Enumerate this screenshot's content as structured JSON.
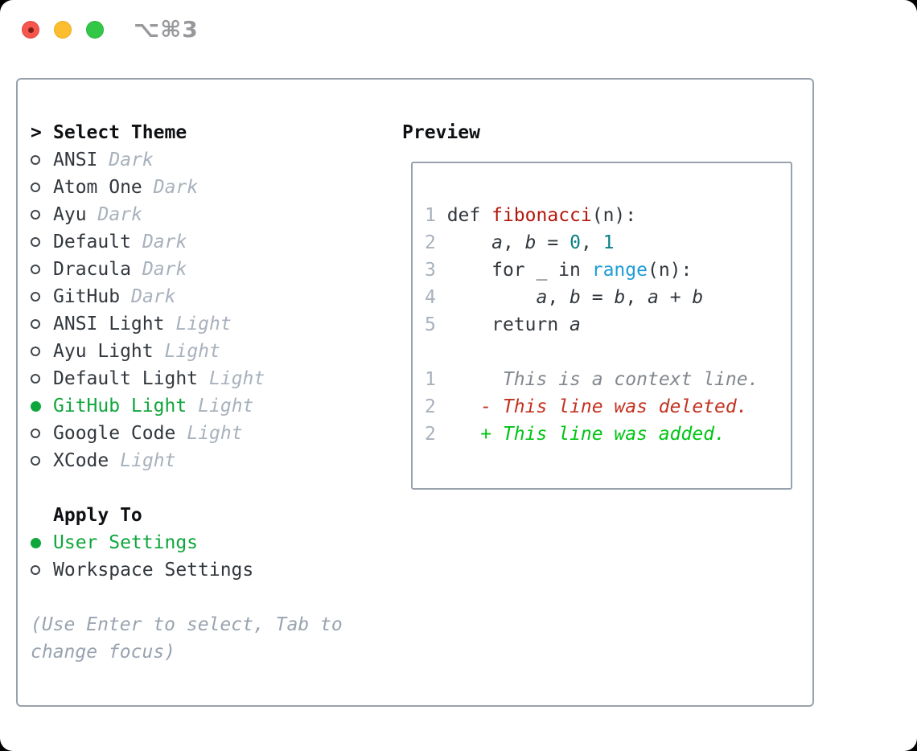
{
  "window": {
    "title": "⌥⌘3",
    "controls": [
      "close",
      "minimize",
      "maximize"
    ]
  },
  "theme_list": {
    "cursor": ">",
    "header": "Select Theme",
    "items": [
      {
        "name": "ANSI",
        "tag": "Dark",
        "selected": false
      },
      {
        "name": "Atom One",
        "tag": "Dark",
        "selected": false
      },
      {
        "name": "Ayu",
        "tag": "Dark",
        "selected": false
      },
      {
        "name": "Default",
        "tag": "Dark",
        "selected": false
      },
      {
        "name": "Dracula",
        "tag": "Dark",
        "selected": false
      },
      {
        "name": "GitHub",
        "tag": "Dark",
        "selected": false
      },
      {
        "name": "ANSI Light",
        "tag": "Light",
        "selected": false
      },
      {
        "name": "Ayu Light",
        "tag": "Light",
        "selected": false
      },
      {
        "name": "Default Light",
        "tag": "Light",
        "selected": false
      },
      {
        "name": "GitHub Light",
        "tag": "Light",
        "selected": true
      },
      {
        "name": "Google Code",
        "tag": "Light",
        "selected": false
      },
      {
        "name": "XCode",
        "tag": "Light",
        "selected": false
      }
    ]
  },
  "apply_to": {
    "header": "Apply To",
    "options": [
      {
        "label": "User Settings",
        "selected": true
      },
      {
        "label": "Workspace Settings",
        "selected": false
      }
    ]
  },
  "help": {
    "line1": "(Use Enter to select, Tab to",
    "line2": "change focus)"
  },
  "preview": {
    "header": "Preview",
    "lines": [
      {
        "tokens": [
          {
            "t": "1",
            "c": "ln"
          },
          {
            "t": " def ",
            "c": "p"
          },
          {
            "t": "fibonacci",
            "c": "fn"
          },
          {
            "t": "(n):",
            "c": "p"
          }
        ]
      },
      {
        "tokens": [
          {
            "t": "2",
            "c": "ln"
          },
          {
            "t": "     ",
            "c": "p"
          },
          {
            "t": "a",
            "c": "v"
          },
          {
            "t": ", ",
            "c": "p"
          },
          {
            "t": "b",
            "c": "v"
          },
          {
            "t": " = ",
            "c": "p"
          },
          {
            "t": "0",
            "c": "num"
          },
          {
            "t": ", ",
            "c": "p"
          },
          {
            "t": "1",
            "c": "num"
          }
        ]
      },
      {
        "tokens": [
          {
            "t": "3",
            "c": "ln"
          },
          {
            "t": "     for _ in ",
            "c": "p"
          },
          {
            "t": "range",
            "c": "call"
          },
          {
            "t": "(n):",
            "c": "p"
          }
        ]
      },
      {
        "tokens": [
          {
            "t": "4",
            "c": "ln"
          },
          {
            "t": "         ",
            "c": "p"
          },
          {
            "t": "a",
            "c": "v"
          },
          {
            "t": ", ",
            "c": "p"
          },
          {
            "t": "b",
            "c": "v"
          },
          {
            "t": " = ",
            "c": "p"
          },
          {
            "t": "b",
            "c": "v"
          },
          {
            "t": ", ",
            "c": "p"
          },
          {
            "t": "a",
            "c": "v"
          },
          {
            "t": " + ",
            "c": "p"
          },
          {
            "t": "b",
            "c": "v"
          }
        ]
      },
      {
        "tokens": [
          {
            "t": "5",
            "c": "ln"
          },
          {
            "t": "     return ",
            "c": "p"
          },
          {
            "t": "a",
            "c": "v"
          }
        ]
      },
      {
        "tokens": []
      },
      {
        "tokens": [
          {
            "t": "1",
            "c": "ln"
          },
          {
            "t": "      ",
            "c": "p"
          },
          {
            "t": "This is a context line.",
            "c": "ctx"
          }
        ]
      },
      {
        "tokens": [
          {
            "t": "2",
            "c": "ln"
          },
          {
            "t": "    ",
            "c": "p"
          },
          {
            "t": "- This line was deleted.",
            "c": "del"
          }
        ]
      },
      {
        "tokens": [
          {
            "t": "2",
            "c": "ln"
          },
          {
            "t": "    ",
            "c": "p"
          },
          {
            "t": "+ This line was added.",
            "c": "add"
          }
        ]
      }
    ]
  },
  "icons": {
    "cursor": "chevron-right-glyph",
    "radio_selected": "filled-circle",
    "radio_unselected": "outline-circle"
  },
  "colors": {
    "selection_green": "#0fa63c",
    "added_green": "#00c414",
    "deleted_red": "#c3321f",
    "function_red": "#b2180c",
    "number_teal": "#0c8084",
    "builtin_blue": "#1e9cd7",
    "panel_border": "#99a2ac",
    "muted_gray": "#a8b1bc",
    "help_gray": "#99a3af",
    "text_dark": "#32373d"
  }
}
